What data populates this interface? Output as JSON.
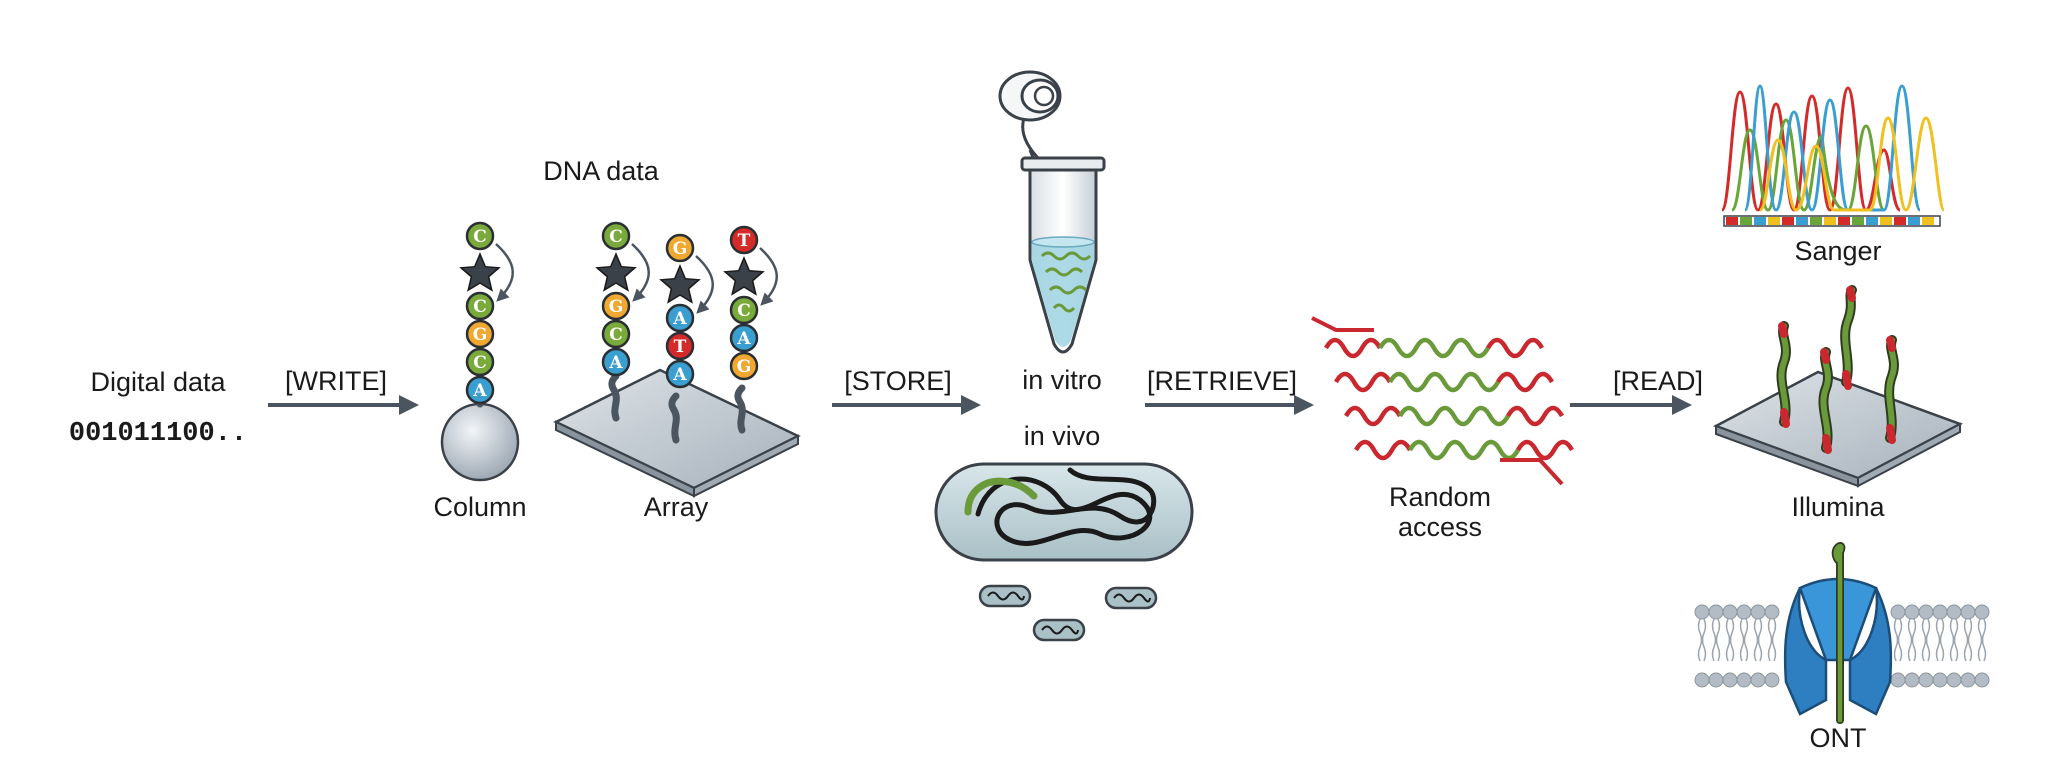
{
  "labels": {
    "digital_data": "Digital data",
    "binary": "001011100..",
    "write": "[WRITE]",
    "dna_data": "DNA data",
    "column": "Column",
    "array": "Array",
    "store": "[STORE]",
    "in_vitro": "in vitro",
    "in_vivo": "in vivo",
    "retrieve": "[RETRIEVE]",
    "random_access_1": "Random",
    "random_access_2": "access",
    "read": "[READ]",
    "sanger": "Sanger",
    "illumina": "Illumina",
    "ont": "ONT"
  },
  "bases": {
    "column_stack": [
      "C",
      "G",
      "C",
      "A"
    ],
    "column_top": "C",
    "array_1_stack": [
      "G",
      "C",
      "A"
    ],
    "array_1_top": "C",
    "array_2_stack": [
      "A",
      "T",
      "A"
    ],
    "array_2_top": "G",
    "array_3_stack": [
      "C",
      "A",
      "G"
    ],
    "array_3_top": "T"
  },
  "colors": {
    "A": "#3a9fd0",
    "C": "#7aaa3c",
    "G": "#f0a830",
    "T": "#d42a2a",
    "arrow": "#4a5560",
    "green_strand": "#6a9a3a",
    "red_strand": "#c8282e",
    "nanopore": "#2e7fc2"
  }
}
